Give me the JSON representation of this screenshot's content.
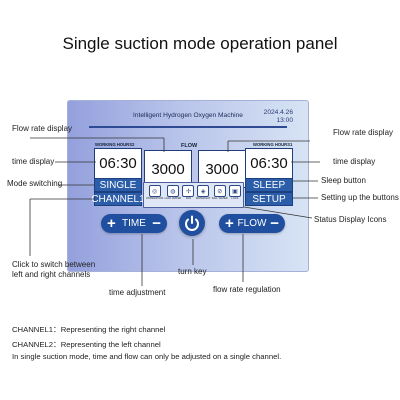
{
  "heading": "Single suction mode operation panel",
  "panel": {
    "title": "Intelligent Hydrogen Oxygen Machine",
    "date": "2024.4.26",
    "time": "13:00",
    "left": {
      "hours_label": "WORKING HOURS2",
      "time_value": "06:30",
      "flow_value": "3000",
      "mode_button": "SINGLE",
      "channel_button": "CHANNEL1"
    },
    "flow_label": "FLOW",
    "right": {
      "hours_label": "WORKING HOURS1",
      "time_value": "06:30",
      "flow_value": "3000",
      "sleep_button": "SLEEP",
      "setup_button": "SETUP"
    },
    "status_icons": [
      {
        "icon": "atomizer-icon",
        "label": "ATOMIZATION"
      },
      {
        "icon": "water-level-icon",
        "label": "LACK WATER"
      },
      {
        "icon": "fan-icon",
        "label": "FAN"
      },
      {
        "icon": "water-drop-icon",
        "label": "WATER EXT"
      },
      {
        "icon": "tilt-icon",
        "label": "FALL WATER"
      },
      {
        "icon": "lock-icon",
        "label": "LOCK"
      }
    ],
    "time_pill": {
      "minus": "+",
      "label": "TIME",
      "plus": "−"
    },
    "flow_pill": {
      "minus": "+",
      "label": "FLOW",
      "plus": "−"
    }
  },
  "annotations": {
    "flow_rate_left": "Flow rate display",
    "flow_rate_right": "Flow rate display",
    "time_display_left": "time display",
    "time_display_right": "time display",
    "mode_switching": "Mode switching",
    "sleep_button": "Sleep button",
    "setup_buttons": "Setting up the buttons",
    "status_icons": "Status Display Icons",
    "click_switch_1": "Click to switch between",
    "click_switch_2": "left and right channels",
    "turn_key": "turn key",
    "time_adjustment": "time adjustment",
    "flow_regulation": "flow rate regulation"
  },
  "footnotes": {
    "line1_key": "CHANNEL1：",
    "line1_text": "Representing the right channel",
    "line2_key": "CHANNEL2：",
    "line2_text": "Representing the left channel",
    "line3": "In single suction mode, time and flow can only be adjusted on a single channel."
  },
  "colors": {
    "panel_dark": "#93a0dc",
    "panel_light": "#d7e4f4",
    "button_blue": "#2b5da8",
    "pill_blue": "#1f4f9e"
  }
}
